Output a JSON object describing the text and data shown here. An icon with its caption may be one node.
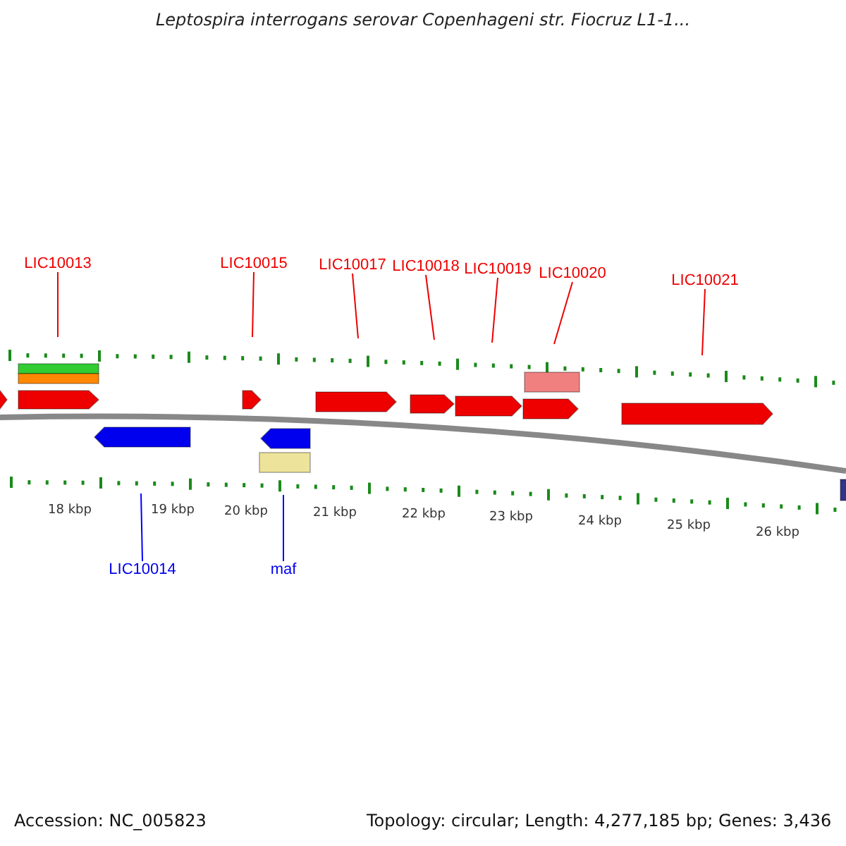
{
  "diagram": {
    "title": "Leptospira interrogans serovar Copenhageni str. Fiocruz L1-1...",
    "nodes": [
      {
        "text": [
          "LIC10013"
        ]
      },
      {
        "text": [
          "LIC10015"
        ]
      },
      {
        "text": [
          "LIC10017"
        ]
      },
      {
        "text": [
          "LIC10018"
        ]
      },
      {
        "text": [
          "LIC10019"
        ]
      },
      {
        "text": [
          "LIC10020"
        ]
      },
      {
        "text": [
          "LIC10021"
        ]
      },
      {
        "text": [
          "LIC10014"
        ]
      },
      {
        "text": [
          "maf"
        ]
      }
    ],
    "edges": [
      {
        "from": 0,
        "to": null,
        "arrow": "none"
      },
      {
        "from": 1,
        "to": null,
        "arrow": "none"
      },
      {
        "from": 2,
        "to": null,
        "arrow": "none"
      },
      {
        "from": 3,
        "to": null,
        "arrow": "none"
      },
      {
        "from": 4,
        "to": null,
        "arrow": "none"
      },
      {
        "from": 5,
        "to": null,
        "arrow": "none"
      },
      {
        "from": 6,
        "to": null,
        "arrow": "none"
      },
      {
        "from": 7,
        "to": null,
        "arrow": "none",
        "color": "#0000ff"
      },
      {
        "from": 8,
        "to": null,
        "arrow": "none",
        "color": "#0000ff"
      }
    ],
    "labels": [
      "18 kbp",
      "19 kbp",
      "20 kbp",
      "21 kbp",
      "22 kbp",
      "23 kbp",
      "24 kbp",
      "25 kbp",
      "26 kbp",
      "Accession: NC_005823",
      "Topology: circular; Length: 4,277,185 bp; Genes: 3,436"
    ]
  }
}
